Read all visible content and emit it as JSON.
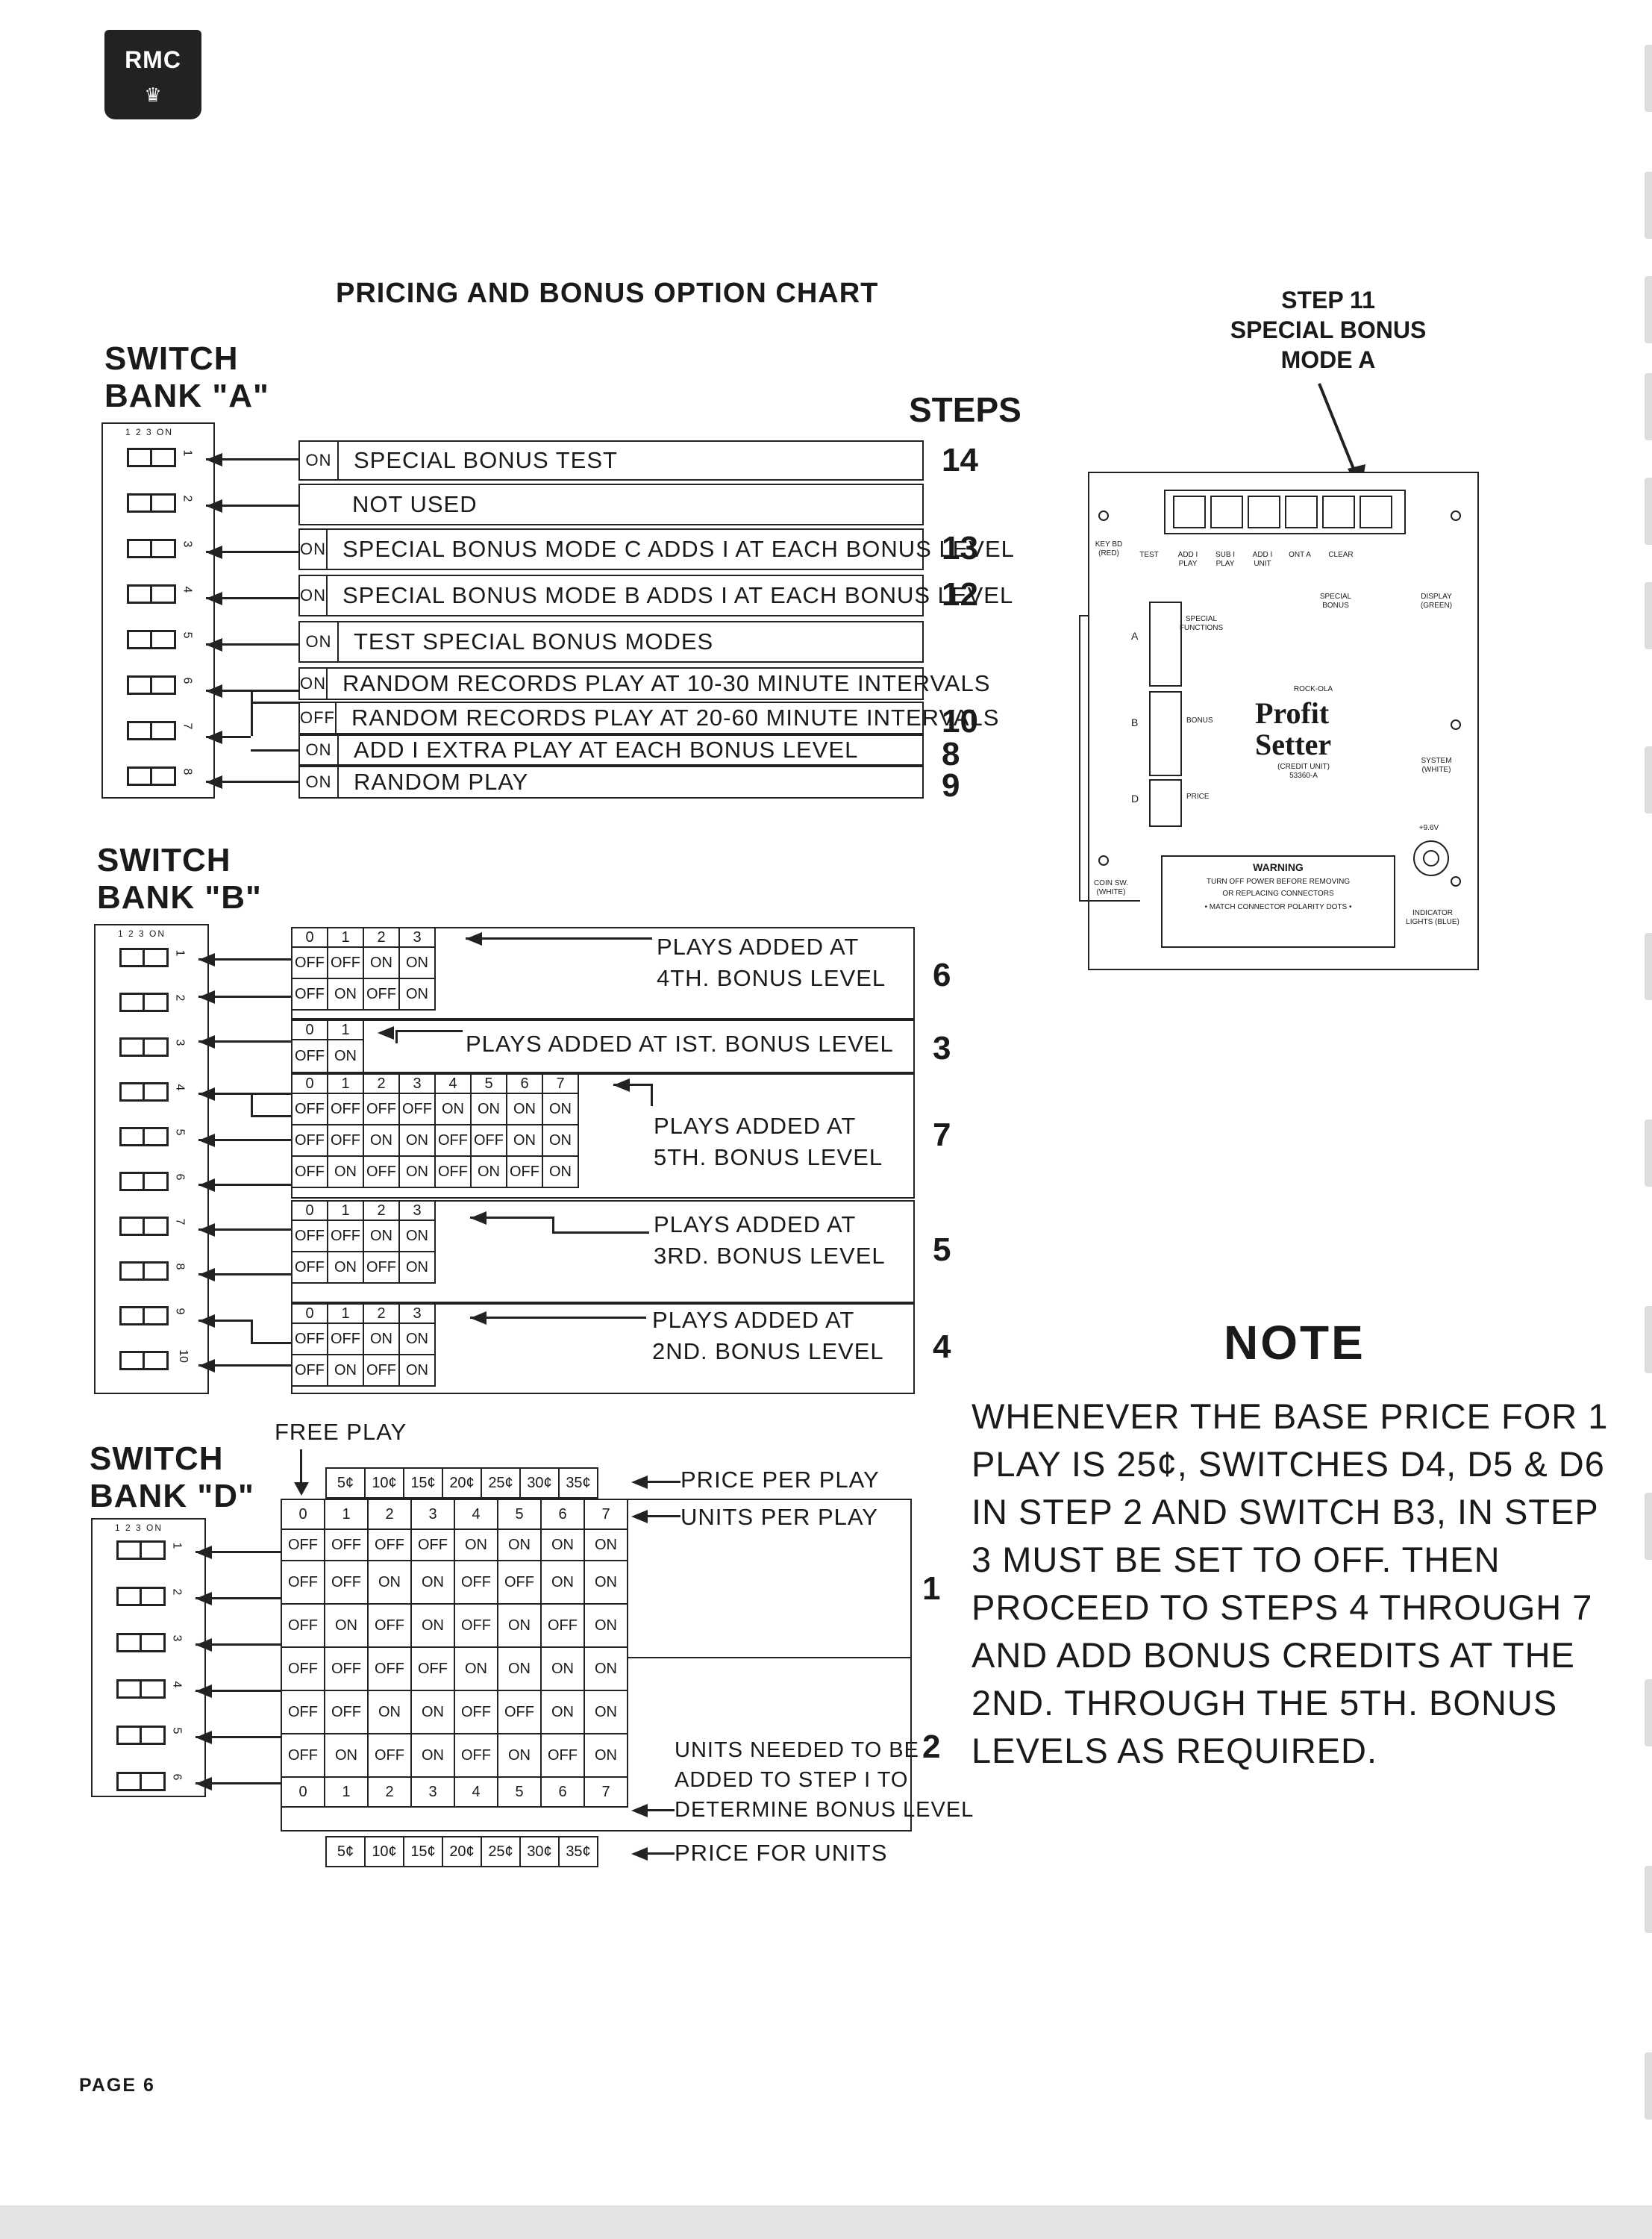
{
  "logo": {
    "line1": "RMC",
    "line2": "♛"
  },
  "title": "PRICING AND BONUS OPTION CHART",
  "steps_label": "STEPS",
  "bank_a": {
    "label_line1": "SWITCH",
    "label_line2": "BANK \"A\"",
    "header": "1 2 3  ON",
    "rows": [
      {
        "on": "ON",
        "text": "SPECIAL BONUS TEST",
        "step": "14"
      },
      {
        "on": "",
        "text": "NOT USED",
        "step": ""
      },
      {
        "on": "ON",
        "text": "SPECIAL BONUS MODE C ADDS I AT EACH BONUS LEVEL",
        "step": "13"
      },
      {
        "on": "ON",
        "text": "SPECIAL BONUS MODE B ADDS I AT EACH BONUS LEVEL",
        "step": "12"
      },
      {
        "on": "ON",
        "text": "TEST SPECIAL BONUS MODES",
        "step": ""
      },
      {
        "on": "ON",
        "text": "RANDOM RECORDS PLAY AT 10-30 MINUTE INTERVALS",
        "step": ""
      },
      {
        "on": "OFF",
        "text": "RANDOM RECORDS PLAY AT 20-60 MINUTE INTERVALS",
        "step": "10"
      },
      {
        "on": "ON",
        "text": "ADD I EXTRA PLAY AT EACH BONUS LEVEL",
        "step": "8"
      },
      {
        "on": "ON",
        "text": "RANDOM PLAY",
        "step": "9"
      }
    ]
  },
  "bank_b": {
    "label_line1": "SWITCH",
    "label_line2": "BANK \"B\"",
    "header": "1 2 3  ON",
    "groups": [
      {
        "label1": "PLAYS ADDED AT",
        "label2": "4TH. BONUS LEVEL",
        "step": "6",
        "head": [
          "0",
          "1",
          "2",
          "3"
        ],
        "rows": [
          [
            "OFF",
            "OFF",
            "ON",
            "ON"
          ],
          [
            "OFF",
            "ON",
            "OFF",
            "ON"
          ]
        ]
      },
      {
        "label1": "PLAYS ADDED AT IST. BONUS LEVEL",
        "label2": "",
        "step": "3",
        "head": [
          "0",
          "1"
        ],
        "rows": [
          [
            "OFF",
            "ON"
          ]
        ]
      },
      {
        "label1": "PLAYS ADDED AT",
        "label2": "5TH. BONUS LEVEL",
        "step": "7",
        "head": [
          "0",
          "1",
          "2",
          "3",
          "4",
          "5",
          "6",
          "7"
        ],
        "rows": [
          [
            "OFF",
            "OFF",
            "OFF",
            "OFF",
            "ON",
            "ON",
            "ON",
            "ON"
          ],
          [
            "OFF",
            "OFF",
            "ON",
            "ON",
            "OFF",
            "OFF",
            "ON",
            "ON"
          ],
          [
            "OFF",
            "ON",
            "OFF",
            "ON",
            "OFF",
            "ON",
            "OFF",
            "ON"
          ]
        ]
      },
      {
        "label1": "PLAYS ADDED AT",
        "label2": "3RD. BONUS LEVEL",
        "step": "5",
        "head": [
          "0",
          "1",
          "2",
          "3"
        ],
        "rows": [
          [
            "OFF",
            "OFF",
            "ON",
            "ON"
          ],
          [
            "OFF",
            "ON",
            "OFF",
            "ON"
          ]
        ]
      },
      {
        "label1": "PLAYS ADDED AT",
        "label2": "2ND. BONUS LEVEL",
        "step": "4",
        "head": [
          "0",
          "1",
          "2",
          "3"
        ],
        "rows": [
          [
            "OFF",
            "OFF",
            "ON",
            "ON"
          ],
          [
            "OFF",
            "ON",
            "OFF",
            "ON"
          ]
        ]
      }
    ]
  },
  "bank_d": {
    "label_line1": "SWITCH",
    "label_line2": "BANK \"D\"",
    "header": "1 2 3  ON",
    "free_play": "FREE PLAY",
    "price_row": [
      "5¢",
      "10¢",
      "15¢",
      "20¢",
      "25¢",
      "30¢",
      "35¢"
    ],
    "price_label": "PRICE PER PLAY",
    "units_row": [
      "0",
      "1",
      "2",
      "3",
      "4",
      "5",
      "6",
      "7"
    ],
    "units_label": "UNITS PER PLAY",
    "step1": "1",
    "grid": [
      [
        "OFF",
        "OFF",
        "OFF",
        "OFF",
        "ON",
        "ON",
        "ON",
        "ON"
      ],
      [
        "OFF",
        "OFF",
        "ON",
        "ON",
        "OFF",
        "OFF",
        "ON",
        "ON"
      ],
      [
        "OFF",
        "ON",
        "OFF",
        "ON",
        "OFF",
        "ON",
        "OFF",
        "ON"
      ],
      [
        "OFF",
        "OFF",
        "OFF",
        "OFF",
        "ON",
        "ON",
        "ON",
        "ON"
      ],
      [
        "OFF",
        "OFF",
        "ON",
        "ON",
        "OFF",
        "OFF",
        "ON",
        "ON"
      ],
      [
        "OFF",
        "ON",
        "OFF",
        "ON",
        "OFF",
        "ON",
        "OFF",
        "ON"
      ]
    ],
    "step2": "2",
    "units_needed_1": "UNITS NEEDED TO BE",
    "units_needed_2": "ADDED TO STEP I TO",
    "bottom_units": [
      "0",
      "1",
      "2",
      "3",
      "4",
      "5",
      "6",
      "7"
    ],
    "determine": "DETERMINE BONUS LEVEL",
    "bottom_price": [
      "5¢",
      "10¢",
      "15¢",
      "20¢",
      "25¢",
      "30¢",
      "35¢"
    ],
    "price_units_label": "PRICE FOR UNITS"
  },
  "step11": {
    "line1": "STEP 11",
    "line2": "SPECIAL BONUS",
    "line3": "MODE A"
  },
  "board": {
    "labels_top": [
      "KEY BD (RED)",
      "TEST",
      "ADD I PLAY",
      "SUB I PLAY",
      "ADD I UNIT",
      "ONT A",
      "CLEAR"
    ],
    "special_bonus": "SPECIAL BONUS",
    "special_functions": "SPECIAL FUNCTIONS",
    "display": "DISPLAY (GREEN)",
    "a": "A",
    "b": "B",
    "d": "D",
    "bonus": "BONUS",
    "price": "PRICE",
    "brand_small": "ROCK-OLA",
    "brand1": "Profit",
    "brand2": "Setter",
    "credit_unit": "(CREDIT UNIT)",
    "part": "53360-A",
    "system": "SYSTEM (WHITE)",
    "volt": "+9.6V",
    "coin": "COIN SW. (WHITE)",
    "warning_title": "WARNING",
    "warning1": "TURN OFF POWER BEFORE REMOVING",
    "warning2": "OR REPLACING CONNECTORS",
    "warning3": "• MATCH CONNECTOR POLARITY DOTS •",
    "indicator": "INDICATOR LIGHTS (BLUE)"
  },
  "note": {
    "title": "NOTE",
    "body": "WHENEVER THE BASE PRICE FOR 1 PLAY IS 25¢, SWITCHES D4, D5 & D6 IN STEP 2 AND SWITCH B3, IN STEP 3 MUST BE SET TO OFF. THEN PROCEED TO STEPS 4 THROUGH 7 AND ADD BONUS CREDITS AT THE 2ND. THROUGH THE 5TH. BONUS LEVELS AS REQUIRED."
  },
  "page": "PAGE 6"
}
